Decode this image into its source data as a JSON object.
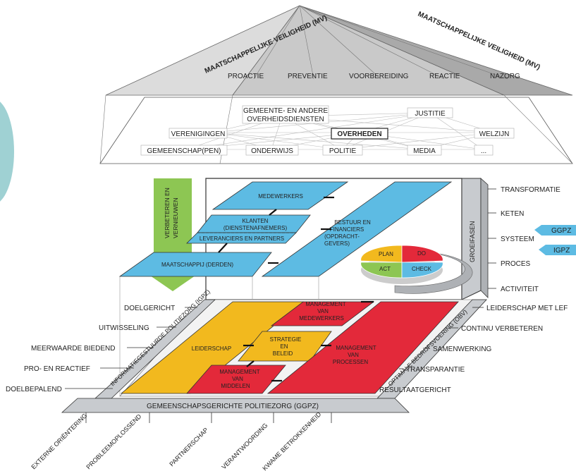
{
  "pyramid": {
    "left_title": "MAATSCHAPPELIJKE VEILIGHEID (MV)",
    "right_title": "MAATSCHAPPELIJKE VEILIGHEID (MV)",
    "phases": [
      "PROACTIE",
      "PREVENTIE",
      "VOORBEREIDING",
      "REACTIE",
      "NAZORG"
    ]
  },
  "network": {
    "nodes": {
      "gemeente": [
        "GEMEENTE- EN ANDERE",
        "OVERHEIDSDIENSTEN"
      ],
      "justitie": "JUSTITIE",
      "verenigingen": "VERENIGINGEN",
      "overheden": "OVERHEDEN",
      "welzijn": "WELZIJN",
      "gemeenschap": "GEMEENSCHAP(PEN)",
      "onderwijs": "ONDERWIJS",
      "politie": "POLITIE",
      "media": "MEDIA",
      "etc": "..."
    }
  },
  "stakeholders": {
    "medewerkers": "MEDEWERKERS",
    "klanten": [
      "KLANTEN",
      "(DIENSTENAFNEMERS)"
    ],
    "leveranciers": "LEVERANCIERS EN PARTNERS",
    "maatschappij": "MAATSCHAPPIJ (DERDEN)",
    "bestuur": [
      "BESTUUR EN",
      "FINANCIERS",
      "(OPDRACHT-",
      "GEVERS)"
    ],
    "verbeteren": [
      "VERBETEREN EN",
      "VERNIEUWEN"
    ]
  },
  "pdca": {
    "plan": "PLAN",
    "do": "DO",
    "act": "ACT",
    "check": "CHECK"
  },
  "groeifasen": {
    "title": "GROEIFASEN",
    "levels": [
      "TRANSFORMATIE",
      "KETEN",
      "SYSTEEM",
      "PROCES",
      "ACTIVITEIT"
    ],
    "arrows": [
      "GGPZ",
      "IGPZ"
    ]
  },
  "areas": {
    "leiderschap": "LEIDERSCHAP",
    "strategie": [
      "STRATEGIE",
      "EN",
      "BELEID"
    ],
    "mgmt_medewerkers": [
      "MANAGEMENT",
      "VAN",
      "MEDEWERKERS"
    ],
    "mgmt_processen": [
      "MANAGEMENT",
      "VAN",
      "PROCESSEN"
    ],
    "mgmt_middelen": [
      "MANAGEMENT",
      "VAN",
      "MIDDELEN"
    ]
  },
  "base": {
    "left_side": "INFORMATIEGESTUURDE POLITIEZORG (IGPZ)",
    "right_side": "OPTIMALE BEDRIJFSVOERING (OBV)",
    "front": "GEMEENSCHAPSGERICHTE POLITIEZORG (GGPZ)",
    "left_labels": [
      "DOELGERICHT",
      "UITWISSELING",
      "MEERWAARDE BIEDEND",
      "PRO- EN REACTIEF",
      "DOELBEPALEND"
    ],
    "right_labels": [
      "LEIDERSCHAP MET LEF",
      "CONTINU VERBETEREN",
      "SAMENWERKING",
      "TRANSPARANTIE",
      "RESULTAATGERICHT"
    ],
    "bottom_labels": [
      "EXTERNE ORIËNTERING",
      "PROBLEEMOPLOSSEND",
      "PARTNERSCHAP",
      "VERANTWOORDING",
      "KWAME BETROKKENHEID"
    ]
  },
  "colors": {
    "blue": "#5dbbe3",
    "yellow": "#f2b91e",
    "red": "#e3293a",
    "green": "#8dc653",
    "gray": "#c8cbcf",
    "teal": "#9fd1d3"
  }
}
